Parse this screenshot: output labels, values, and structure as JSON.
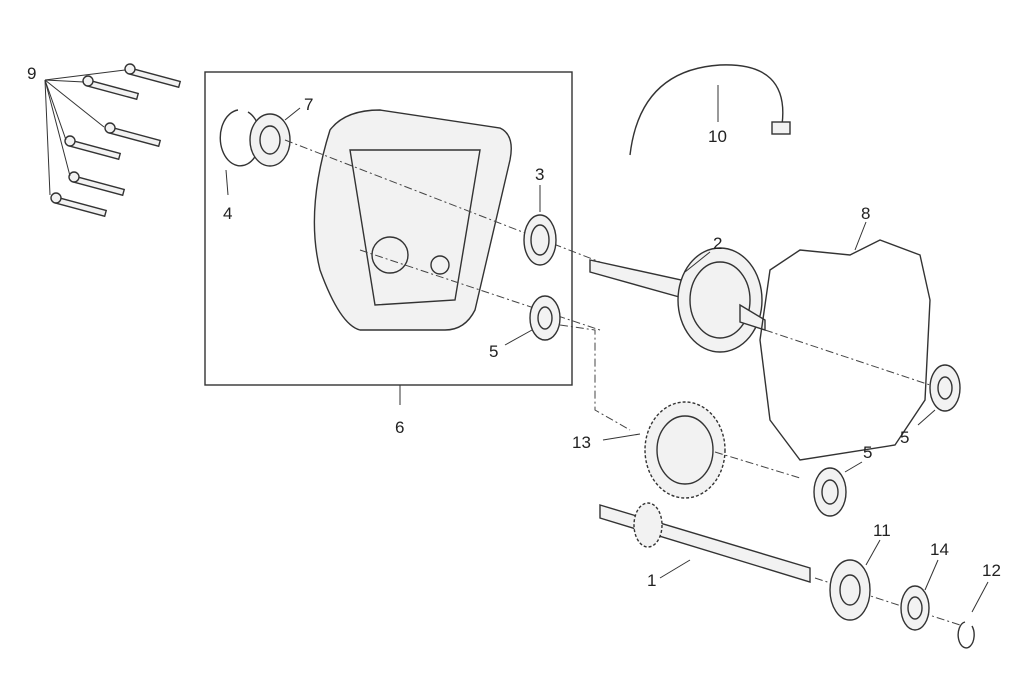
{
  "diagram": {
    "callouts": [
      {
        "id": "bolts",
        "number": "9"
      },
      {
        "id": "bearing-top",
        "number": "7"
      },
      {
        "id": "circlip",
        "number": "4"
      },
      {
        "id": "oil-seal",
        "number": "3"
      },
      {
        "id": "breather-hose",
        "number": "10"
      },
      {
        "id": "gasket",
        "number": "8"
      },
      {
        "id": "driven-shaft",
        "number": "2"
      },
      {
        "id": "bearing-inner",
        "number": "5"
      },
      {
        "id": "cover-assembly",
        "number": "6"
      },
      {
        "id": "intermediate-gear",
        "number": "13"
      },
      {
        "id": "bearing-right",
        "number": "5"
      },
      {
        "id": "bearing-lower",
        "number": "5"
      },
      {
        "id": "bearing-output",
        "number": "11"
      },
      {
        "id": "oil-seal-output",
        "number": "14"
      },
      {
        "id": "circlip-output",
        "number": "12"
      },
      {
        "id": "wheel-axle",
        "number": "1"
      }
    ]
  }
}
